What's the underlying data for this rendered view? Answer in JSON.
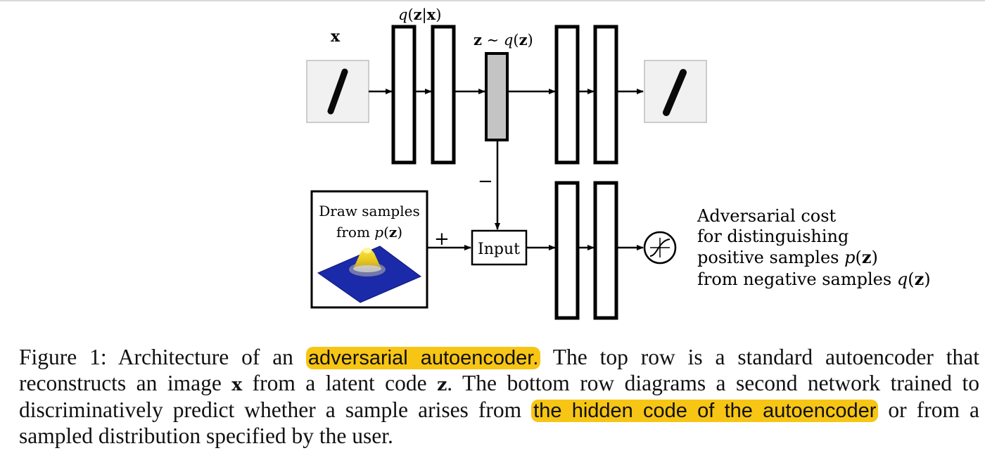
{
  "diagram": {
    "label_x": "x",
    "label_encoder_q": "q",
    "label_encoder_z": "z",
    "label_encoder_cond": "x",
    "label_code_z": "z",
    "label_code_sim": "∼",
    "label_code_q": "q",
    "label_code_arg": "z",
    "minus_sign": "−",
    "plus_sign": "+",
    "input_label": "Input",
    "sampler_line1": "Draw samples",
    "sampler_line2": "from",
    "sampler_p": "p",
    "sampler_arg": "z",
    "cost_lines": [
      "Adversarial cost",
      "for distinguishing",
      "positive samples",
      "from negative samples"
    ],
    "cost_p": "p",
    "cost_q": "q",
    "cost_arg": "z",
    "colors": {
      "code_fill": "#c4c4c4",
      "plane": "#1a2aa8",
      "peak": "#f2d21a"
    }
  },
  "caption": {
    "part1": "Figure 1: Architecture of an ",
    "highlight1": "adversarial autoencoder.",
    "part2": " The top row is a standard autoencoder that reconstructs an image ",
    "var_x": "x",
    "part3": " from a latent code ",
    "var_z": "z",
    "part4": ". The bottom row diagrams a second network trained to discriminatively predict whether a sample arises from ",
    "highlight2": "the hidden code of the autoencoder",
    "part5": " or from a sampled distribution specified by the user.",
    "highlight_color": "#f7c514"
  }
}
